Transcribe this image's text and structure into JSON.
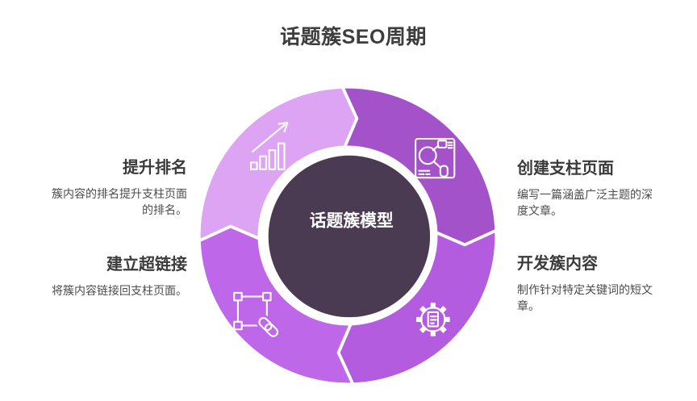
{
  "title": "话题簇SEO周期",
  "hub": {
    "label": "话题簇模型"
  },
  "flow": "clockwise",
  "colors": {
    "background": "#FFFFFF",
    "segment_top_left": "#DCA4F2",
    "segment_top_right": "#A452C9",
    "segment_bottom_right": "#B35CE0",
    "segment_bottom_left": "#BF67E9",
    "hub_fill": "#4A3B52",
    "hub_label_text": "#FFFFFF",
    "title_text": "#3D3D3D",
    "heading_text": "#3B3B3B",
    "body_text": "#4D4D4D"
  },
  "steps": {
    "create_pillar": {
      "heading": "创建支柱页面",
      "body": "编写一篇涵盖广泛主题的深度文章。",
      "icon": "pillar-page-icon",
      "segment": "top-right"
    },
    "develop_cluster": {
      "heading": "开发簇内容",
      "body": "制作针对特定关键词的短文章。",
      "icon": "gear-document-icon",
      "segment": "bottom-right"
    },
    "build_links": {
      "heading": "建立超链接",
      "body": "将簇内容链接回支柱页面。",
      "icon": "link-selection-icon",
      "segment": "bottom-left"
    },
    "boost_ranking": {
      "heading": "提升排名",
      "body": "簇内容的排名提升支柱页面的排名。",
      "icon": "growth-chart-icon",
      "segment": "top-left"
    }
  }
}
